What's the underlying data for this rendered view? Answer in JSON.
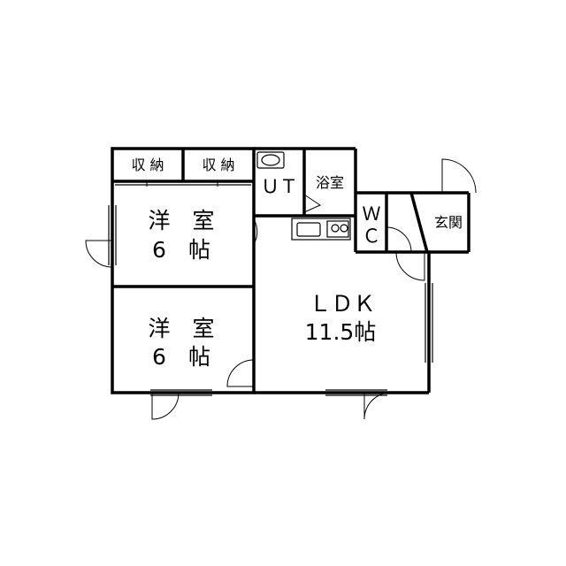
{
  "plan": {
    "rooms": [
      {
        "id": "western-room-1",
        "line1": "洋　室",
        "line2": "6　帖"
      },
      {
        "id": "western-room-2",
        "line1": "洋　室",
        "line2": "6　帖"
      },
      {
        "id": "ldk",
        "line1": "ＬＤＫ",
        "line2": "11.5帖"
      }
    ],
    "storage_left": "収 納",
    "storage_right": "収 納",
    "utility": "ＵＴ",
    "bath": "浴室",
    "wc_1": "Ｗ",
    "wc_2": "Ｃ",
    "entrance": "玄関"
  }
}
